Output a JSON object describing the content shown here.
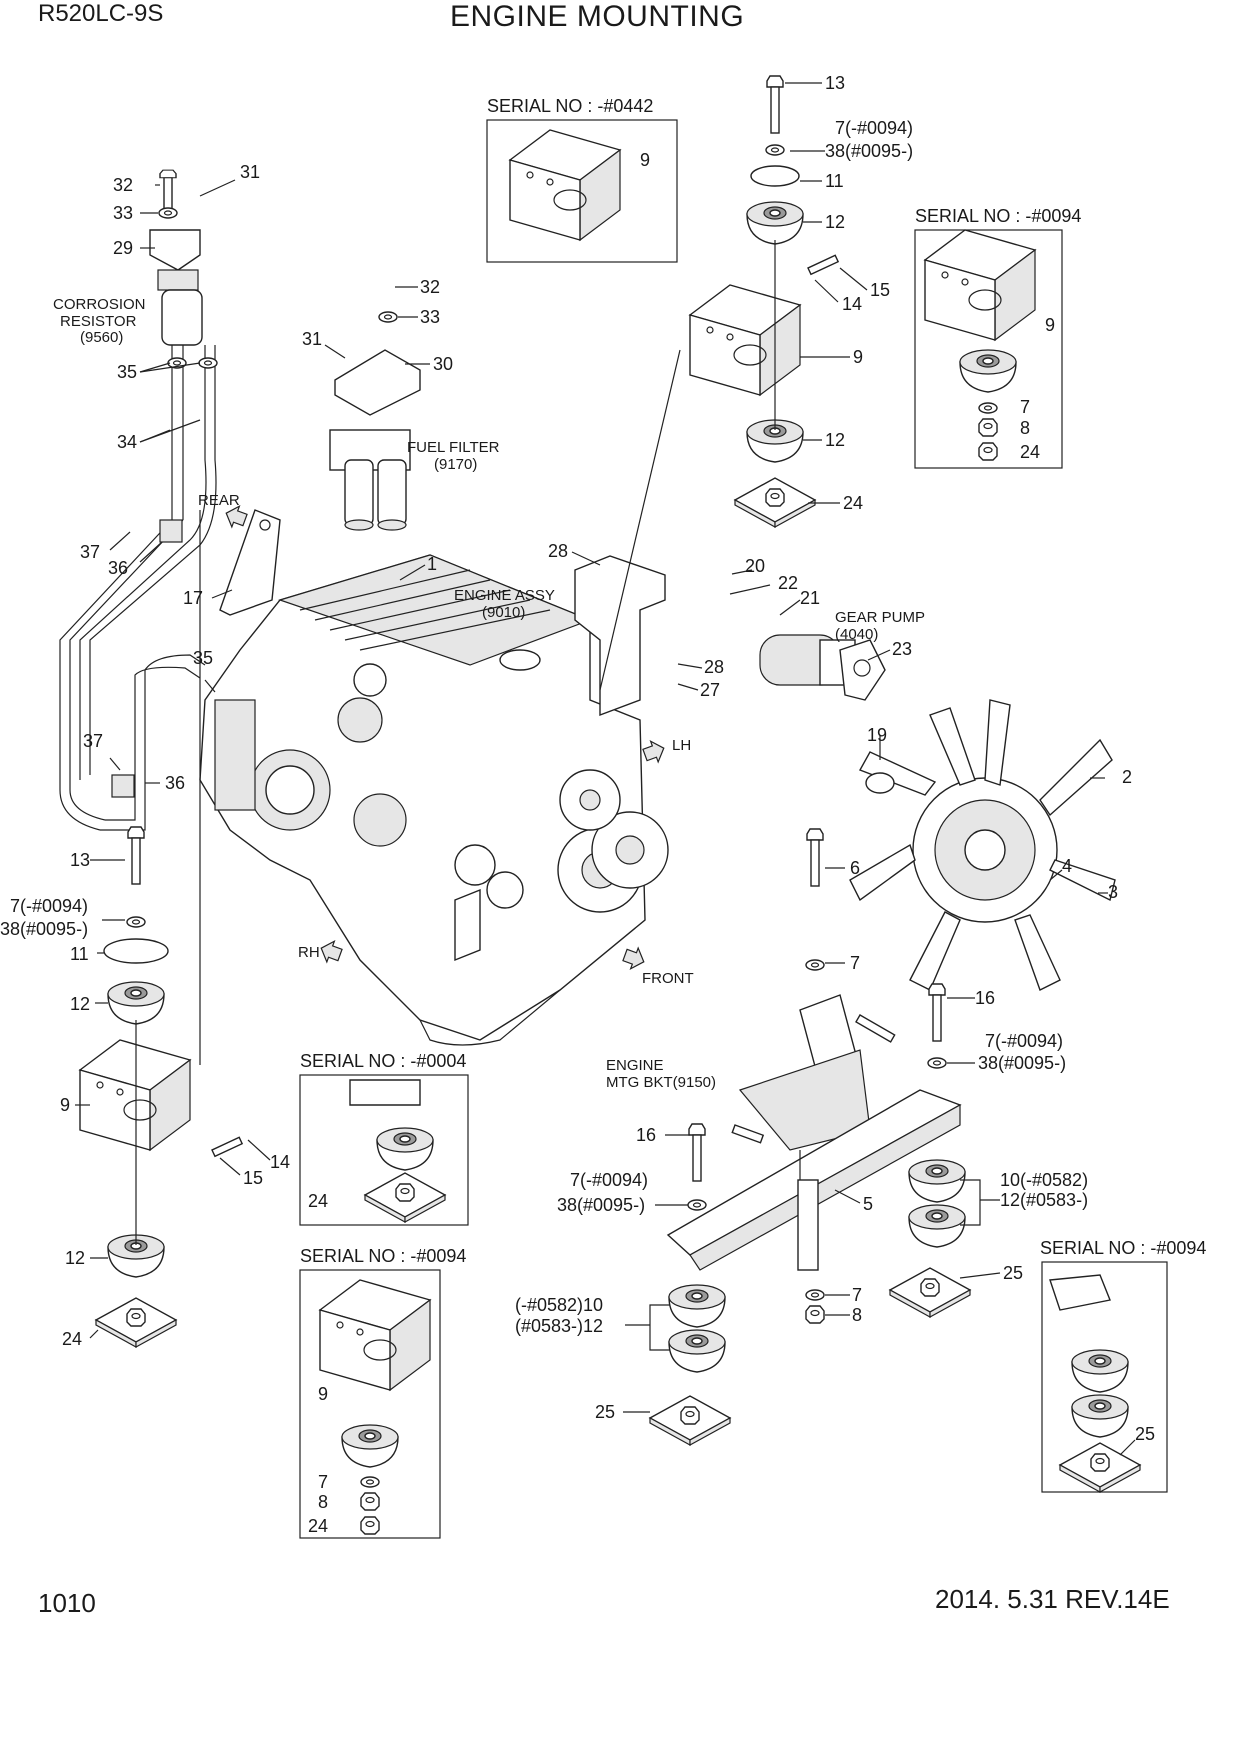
{
  "header": {
    "model": "R520LC-9S",
    "title": "ENGINE MOUNTING"
  },
  "footer": {
    "page_number": "1010",
    "revision": "2014. 5.31  REV.14E"
  },
  "serial_boxes": {
    "top": "SERIAL NO : -#0442",
    "right": "SERIAL NO : -#0094",
    "mid": "SERIAL NO : -#0004",
    "lower": "SERIAL NO : -#0094",
    "bottom_right": "SERIAL NO : -#0094"
  },
  "annotations": {
    "corrosion_1": "CORROSION",
    "corrosion_2": "RESISTOR",
    "corrosion_3": "(9560)",
    "fuel_1": "FUEL FILTER",
    "fuel_2": "(9170)",
    "engine_1": "ENGINE ASSY",
    "engine_2": "(9010)",
    "gear_1": "GEAR PUMP",
    "gear_2": "(4040)",
    "mtg_1": "ENGINE",
    "mtg_2": "MTG BKT(9150)",
    "dir_rear": "REAR",
    "dir_lh": "LH",
    "dir_rh": "RH",
    "dir_front": "FRONT"
  },
  "labels": {
    "t13": "13",
    "t7a": "7(-#0094)",
    "t38a": "38(#0095-)",
    "t11": "11",
    "t12a": "12",
    "t15": "15",
    "t14": "14",
    "t9a": "9",
    "t12b": "12",
    "t24a": "24",
    "s9a": "9",
    "s9b": "9",
    "s7b": "7",
    "s8b": "8",
    "s24b": "24",
    "t32a": "32",
    "t31a": "31",
    "t33a": "33",
    "t29": "29",
    "t35a": "35",
    "t34": "34",
    "t37a": "37",
    "t36a": "36",
    "t32b": "32",
    "t33b": "33",
    "t31b": "31",
    "t30": "30",
    "t1": "1",
    "t17": "17",
    "t28a": "28",
    "t20": "20",
    "t22": "22",
    "t21": "21",
    "t23": "23",
    "t28b": "28",
    "t27": "27",
    "t35b": "35",
    "t37b": "37",
    "t36b": "36",
    "t19": "19",
    "t2": "2",
    "t4": "4",
    "t3": "3",
    "l13": "13",
    "l7": "7(-#0094)",
    "l38": "38(#0095-)",
    "l11": "11",
    "l12a": "12",
    "l9": "9",
    "l14": "14",
    "l15": "15",
    "l12b": "12",
    "l24": "24",
    "s24c": "24",
    "s9d": "9",
    "s7d": "7",
    "s8d": "8",
    "s24d": "24",
    "c6": "6",
    "c7a": "7",
    "c16a": "16",
    "c7b": "7(-#0094)",
    "c38b": "38(#0095-)",
    "c16b": "16",
    "c7c": "7(-#0094)",
    "c38c": "38(#0095-)",
    "c5": "5",
    "c10": "10(-#0582)",
    "c12": "12(#0583-)",
    "c7d": "7",
    "c8d": "8",
    "c25a": "25",
    "c10b": "(-#0582)10",
    "c12b": "(#0583-)12",
    "c25b": "25",
    "s25c": "25"
  }
}
